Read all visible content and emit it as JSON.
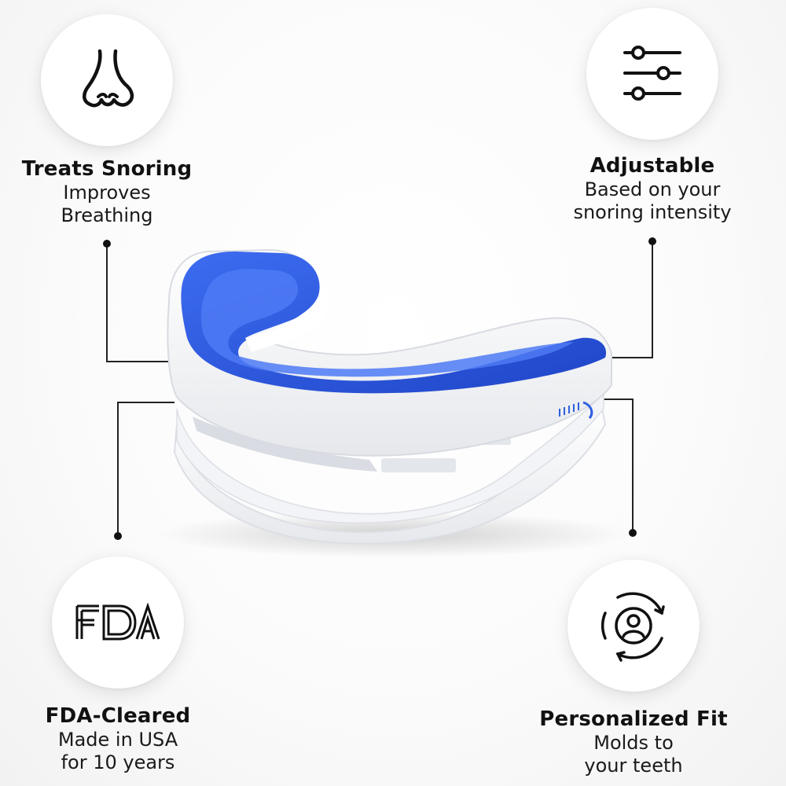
{
  "features": {
    "snoring": {
      "icon": "nose-icon",
      "title": "Treats Snoring",
      "line1": "Improves",
      "line2": "Breathing"
    },
    "adjustable": {
      "icon": "sliders-icon",
      "title": "Adjustable",
      "line1": "Based on your",
      "line2": "snoring intensity"
    },
    "fda": {
      "icon": "fda-logo-icon",
      "title": "FDA-Cleared",
      "line1": "Made in USA",
      "line2": "for 10 years"
    },
    "fit": {
      "icon": "person-refresh-icon",
      "title": "Personalized Fit",
      "line1": "Molds to",
      "line2": "your teeth"
    }
  },
  "product": {
    "image": "mouthguard-image",
    "colors": {
      "shell": "#ffffff",
      "insert": "#2f5fe0",
      "insert_dark": "#1f45c8"
    }
  }
}
